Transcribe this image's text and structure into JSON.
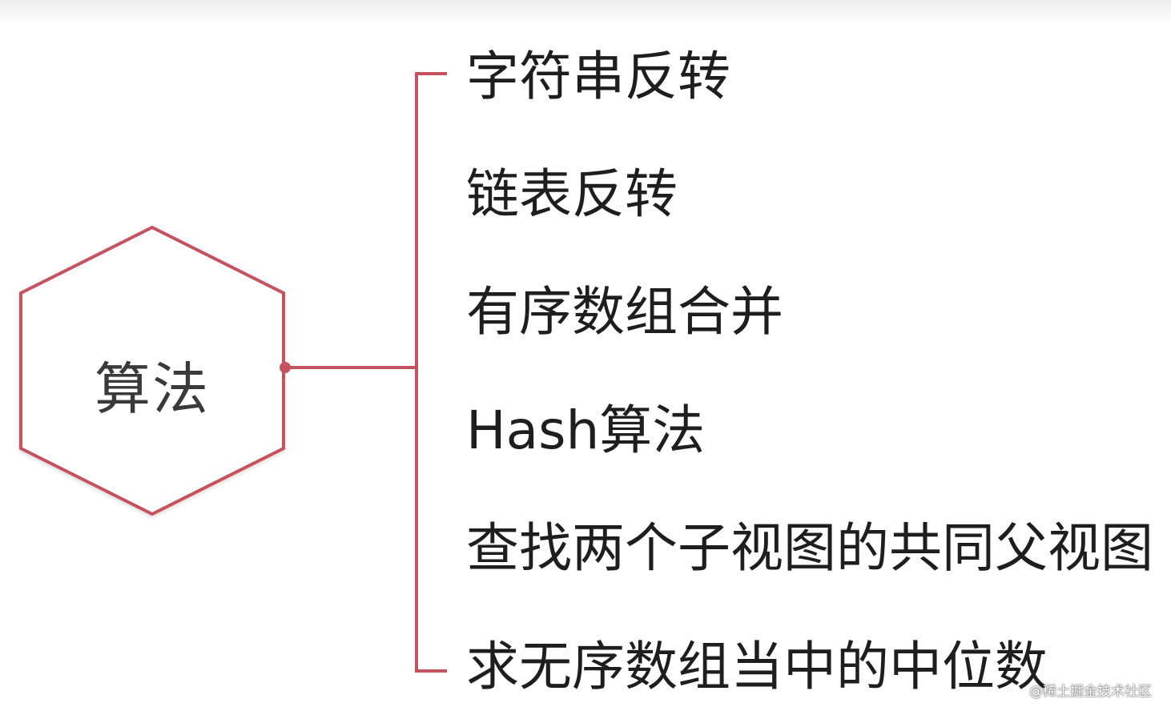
{
  "diagram": {
    "center": {
      "label": "算法"
    },
    "branches": [
      {
        "label": "字符串反转"
      },
      {
        "label": "链表反转"
      },
      {
        "label": "有序数组合并"
      },
      {
        "label": "Hash算法"
      },
      {
        "label": "查找两个子视图的共同父视图"
      },
      {
        "label": "求无序数组当中的中位数"
      }
    ],
    "colors": {
      "outline": "#c5535f",
      "text": "#1e1e1e",
      "center_text": "#3a3a3a"
    }
  },
  "watermark": {
    "text": "@稀土掘金技术社区"
  }
}
